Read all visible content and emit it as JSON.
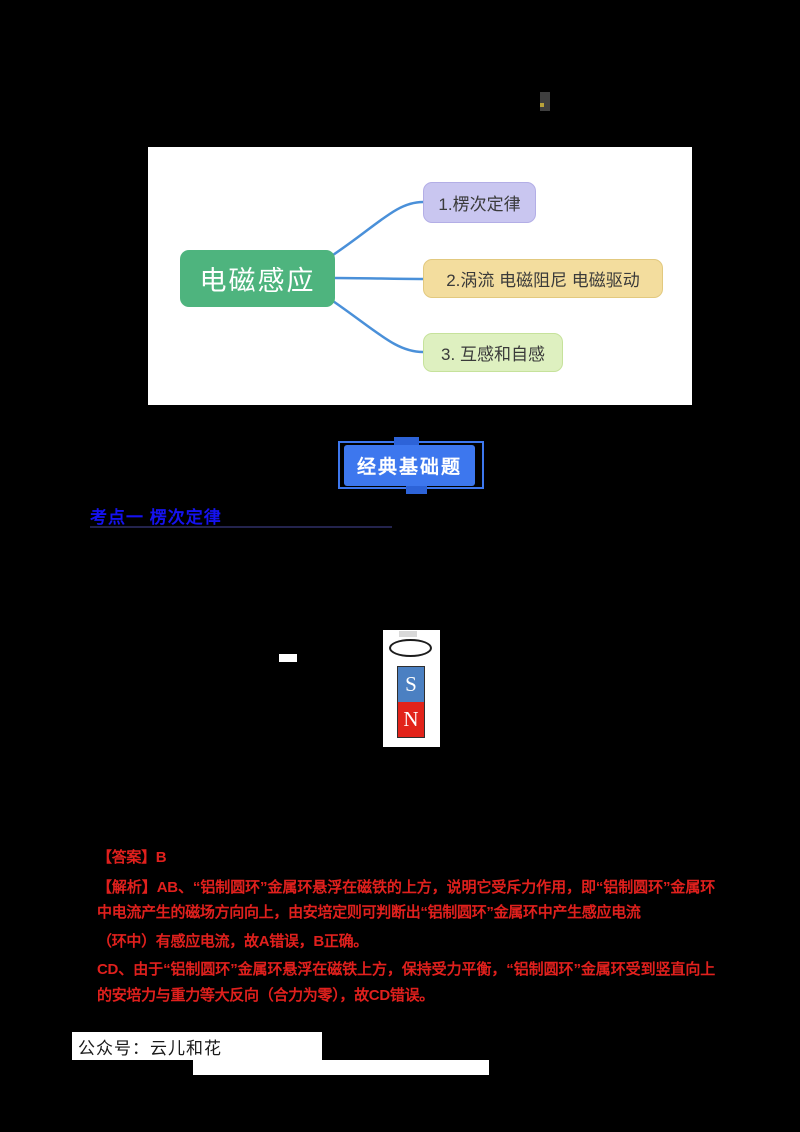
{
  "colors": {
    "page_bg": "#000000",
    "panel_bg": "#ffffff",
    "root_node_green": "#4eb47e",
    "branch_lavender": "#c9c6f0",
    "branch_yellow": "#f3dd9e",
    "branch_light_green": "#def0c0",
    "connector_blue": "#4a90d9",
    "banner_blue": "#3d77ee",
    "heading_blue": "#1512f0",
    "answer_red": "#e0201d",
    "magnet_s_blue": "#4b80c2",
    "magnet_n_red": "#e2231a"
  },
  "mindmap": {
    "root_label": "电磁感应",
    "branches": [
      {
        "label": "1.楞次定律"
      },
      {
        "label": "2.涡流 电磁阻尼 电磁驱动"
      },
      {
        "label": "3. 互感和自感"
      }
    ]
  },
  "banner": {
    "label": "经典基础题"
  },
  "section": {
    "heading": "考点一 楞次定律"
  },
  "figure": {
    "magnet_top": "S",
    "magnet_bottom": "N"
  },
  "solution": {
    "answer": "【答案】B",
    "analysis_1": "【解析】AB、“铝制圆环”金属环悬浮在磁铁的上方，说明它受斥力作用，即“铝制圆环”金属环中电流产生的磁场方向向上，由安培定则可判断出“铝制圆环”金属环中产生感应电流",
    "analysis_2": "（环中）有感应电流，故A错误，B正确。",
    "analysis_3": "CD、由于“铝制圆环”金属环悬浮在磁铁上方，保持受力平衡，“铝制圆环”金属环受到竖直向上的安培力与重力等大反向（合力为零），故CD错误。"
  },
  "footer": {
    "wechat": "公众号：云儿和花"
  }
}
